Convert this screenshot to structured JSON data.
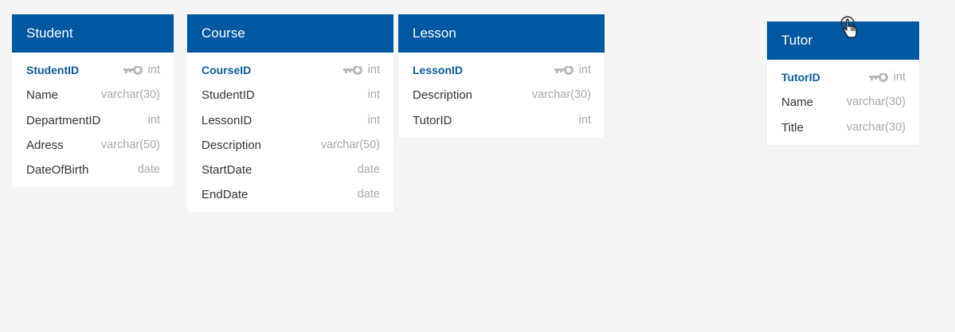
{
  "tables": [
    {
      "name": "Student",
      "columns": [
        {
          "field": "StudentID",
          "type": "int",
          "primary_key": true
        },
        {
          "field": "Name",
          "type": "varchar(30)",
          "primary_key": false
        },
        {
          "field": "DepartmentID",
          "type": "int",
          "primary_key": false
        },
        {
          "field": "Adress",
          "type": "varchar(50)",
          "primary_key": false
        },
        {
          "field": "DateOfBirth",
          "type": "date",
          "primary_key": false
        }
      ]
    },
    {
      "name": "Course",
      "columns": [
        {
          "field": "CourseID",
          "type": "int",
          "primary_key": true
        },
        {
          "field": "StudentID",
          "type": "int",
          "primary_key": false
        },
        {
          "field": "LessonID",
          "type": "int",
          "primary_key": false
        },
        {
          "field": "Description",
          "type": "varchar(50)",
          "primary_key": false
        },
        {
          "field": "StartDate",
          "type": "date",
          "primary_key": false
        },
        {
          "field": "EndDate",
          "type": "date",
          "primary_key": false
        }
      ]
    },
    {
      "name": "Lesson",
      "columns": [
        {
          "field": "LessonID",
          "type": "int",
          "primary_key": true
        },
        {
          "field": "Description",
          "type": "varchar(30)",
          "primary_key": false
        },
        {
          "field": "TutorID",
          "type": "int",
          "primary_key": false
        }
      ]
    },
    {
      "name": "Tutor",
      "columns": [
        {
          "field": "TutorID",
          "type": "int",
          "primary_key": true
        },
        {
          "field": "Name",
          "type": "varchar(30)",
          "primary_key": false
        },
        {
          "field": "Title",
          "type": "varchar(30)",
          "primary_key": false
        }
      ]
    }
  ],
  "colors": {
    "header_bg": "#0057a2",
    "header_text": "#ffffff",
    "primary_key_text": "#0a5a9c",
    "type_text": "#a8a8a8",
    "key_icon": "#b8b8b8",
    "canvas_bg": "#f4f5f4"
  },
  "icons": {
    "primary_key": "key-icon",
    "cursor": "hand-pointer-icon"
  }
}
